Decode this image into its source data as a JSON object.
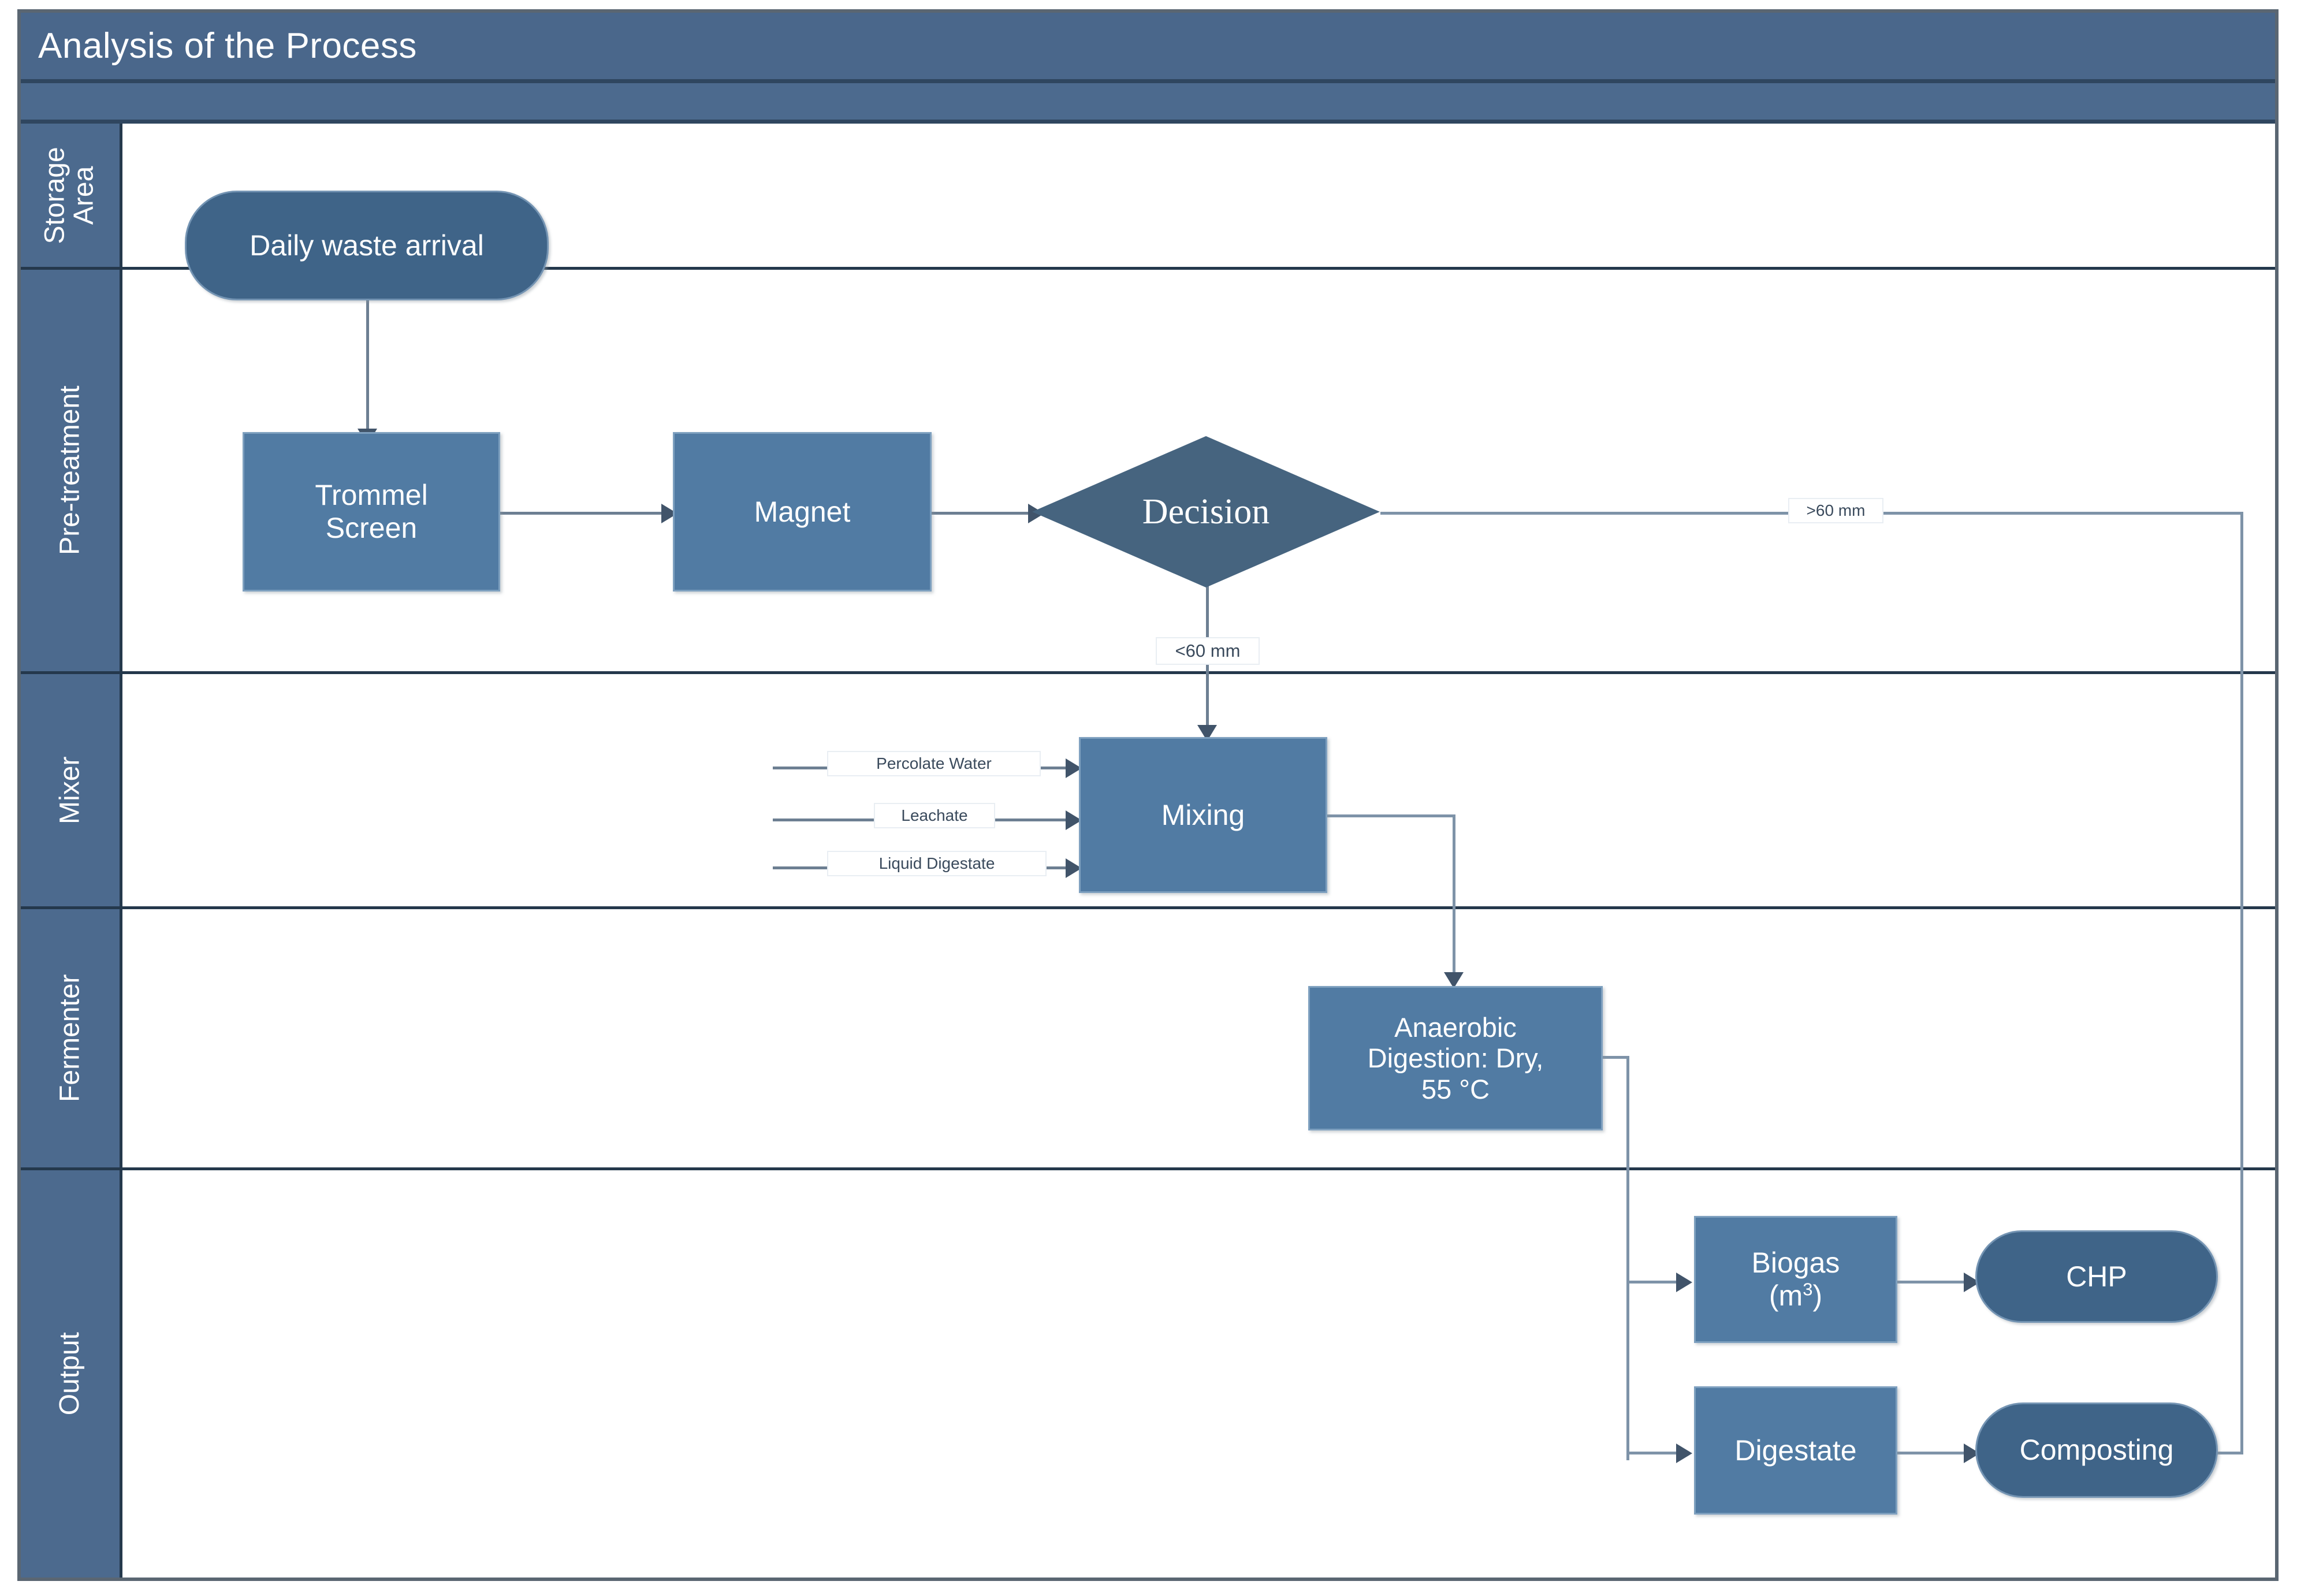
{
  "header": {
    "title": "Analysis of the Process"
  },
  "lanes": [
    {
      "id": "storage",
      "label": "Storage\nArea"
    },
    {
      "id": "pre-treatment",
      "label": "Pre-treatment"
    },
    {
      "id": "mixer",
      "label": "Mixer"
    },
    {
      "id": "fermenter",
      "label": "Fermenter"
    },
    {
      "id": "output",
      "label": "Output"
    }
  ],
  "nodes": {
    "daily_waste_arrival": "Daily waste arrival",
    "trommel_screen": "Trommel\nScreen",
    "magnet": "Magnet",
    "decision": "Decision",
    "mixing": "Mixing",
    "anaerobic_digestion": "Anaerobic\nDigestion: Dry,\n55 °C",
    "biogas_label": "Biogas",
    "biogas_unit": "(m",
    "biogas_unit_sup": "3",
    "biogas_unit_close": ")",
    "chp": "CHP",
    "digestate": "Digestate",
    "composting": "Composting"
  },
  "edge_labels": {
    "over_60mm": ">60 mm",
    "under_60mm": "<60 mm",
    "percolate_water": "Percolate Water",
    "leachate": "Leachate",
    "liquid_digestate": "Liquid Digestate"
  },
  "colors": {
    "frame": "#5a6672",
    "title_bar": "#4a678b",
    "lane_header": "#4c6a8e",
    "lane_divider": "#24384c",
    "box_fill": "#517ba3",
    "pill_fill": "#3f6488",
    "diamond_fill": "#46647f",
    "connector": "#6d7f92",
    "arrow_head": "#41546a",
    "text_on_shape": "#ffffff",
    "edge_label_text": "#3a4a5c",
    "canvas": "#ffffff"
  }
}
